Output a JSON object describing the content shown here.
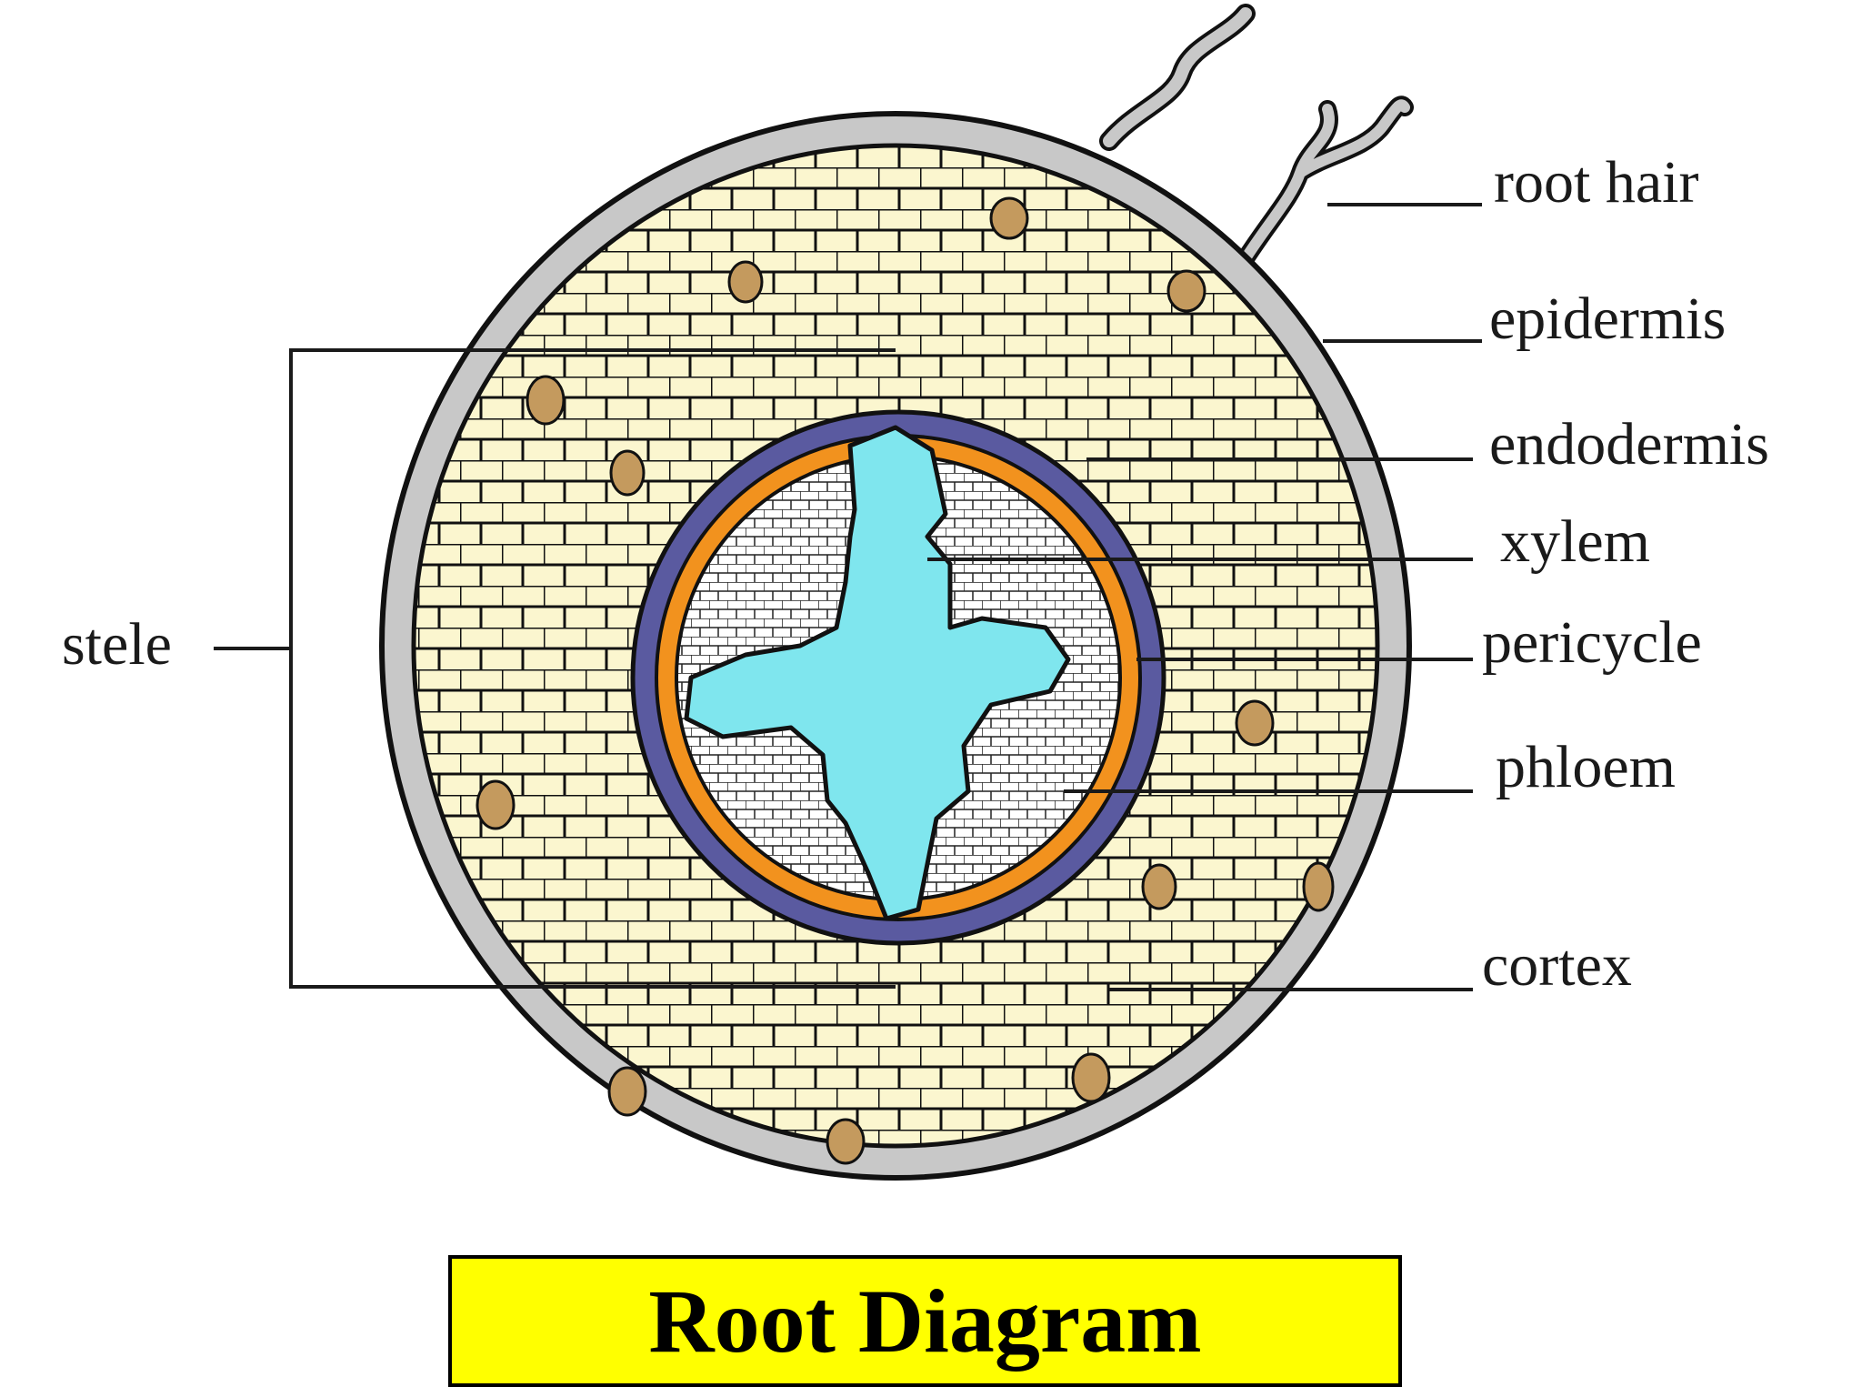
{
  "labels": {
    "root_hair": "root hair",
    "epidermis": "epidermis",
    "endodermis": "endodermis",
    "xylem": "xylem",
    "pericycle": "pericycle",
    "phloem": "phloem",
    "cortex": "cortex",
    "stele": "stele"
  },
  "title": "Root Diagram",
  "colors": {
    "epidermis": "#c8c8c8",
    "cortex": "#fbf6cf",
    "endodermis": "#5a5aa0",
    "pericycle": "#f2921e",
    "xylem": "#7fe6ee",
    "passage_cell": "#c49a5e",
    "title_background": "#ffff00"
  }
}
